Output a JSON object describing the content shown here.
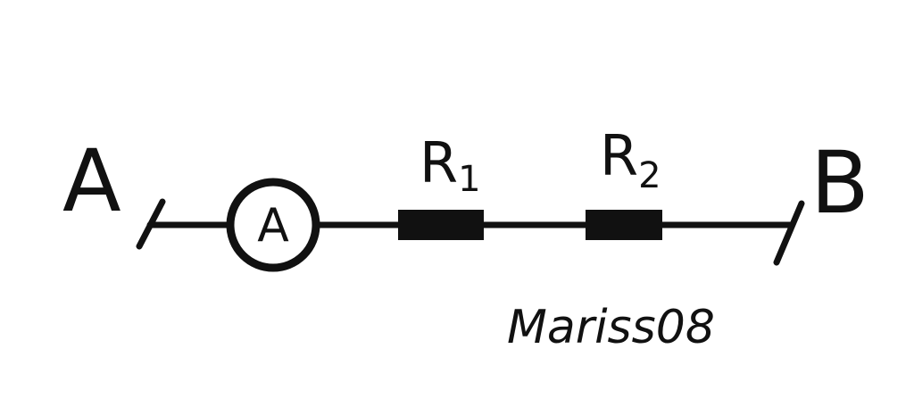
{
  "colors": {
    "ink": "#111111",
    "background": "#ffffff"
  },
  "terminals": {
    "left": "A",
    "right": "B"
  },
  "ammeter": {
    "symbol": "A"
  },
  "resistors": [
    {
      "letter": "R",
      "subscript": "1"
    },
    {
      "letter": "R",
      "subscript": "2"
    }
  ],
  "watermark": "Mariss08"
}
